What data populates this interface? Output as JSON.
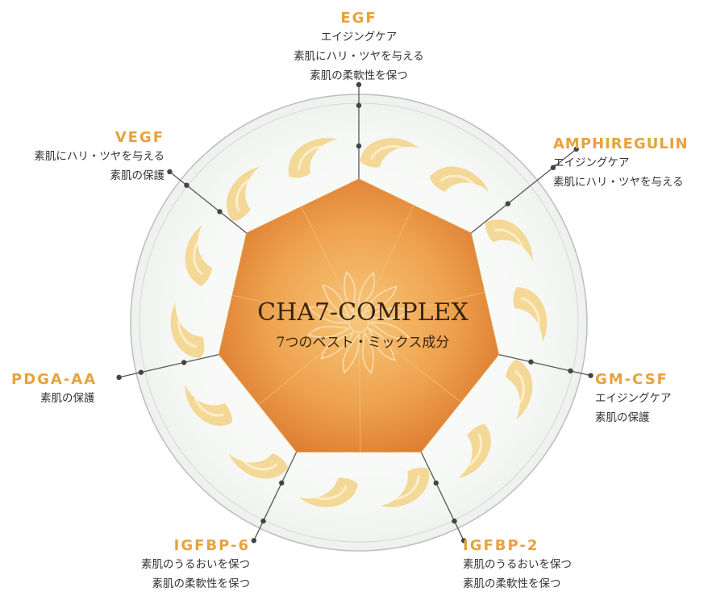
{
  "center": {
    "title": "CHA7-COMPLEX",
    "subtitle": "7つのベスト・ミックス成分"
  },
  "factors": [
    {
      "name": "EGF",
      "lines": [
        "エイジングケア",
        "素肌にハリ・ツヤを与える",
        "素肌の柔軟性を保つ"
      ]
    },
    {
      "name": "AMPHIREGULIN",
      "lines": [
        "エイジングケア",
        "素肌にハリ・ツヤを与える"
      ]
    },
    {
      "name": "GM-CSF",
      "lines": [
        "エイジングケア",
        "素肌の保護"
      ]
    },
    {
      "name": "IGFBP-2",
      "lines": [
        "素肌のうるおいを保つ",
        "素肌の柔軟性を保つ"
      ]
    },
    {
      "name": "IGFBP-6",
      "lines": [
        "素肌のうるおいを保つ",
        "素肌の柔軟性を保つ"
      ]
    },
    {
      "name": "PDGA-AA",
      "lines": [
        "素肌の保護"
      ]
    },
    {
      "name": "VEGF",
      "lines": [
        "素肌にハリ・ツヤを与える",
        "素肌の保護"
      ]
    }
  ],
  "colors": {
    "factor_name": "#E8A13C",
    "heptagon_center": "#F2B05E",
    "heptagon_edge": "#D9742A",
    "leaf_swirl": "#F3CF7E",
    "circle_stroke": "#B8B8B8",
    "connector": "#555555"
  }
}
